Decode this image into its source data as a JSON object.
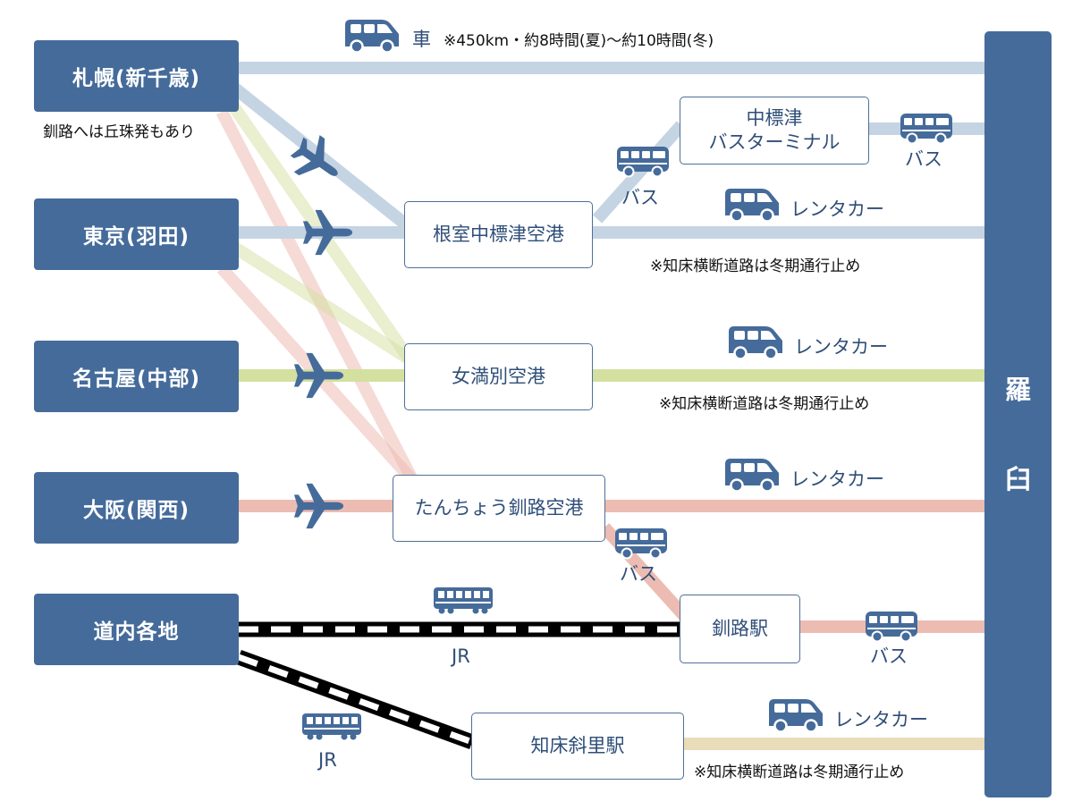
{
  "origins": {
    "sapporo": "札幌(新千歳)",
    "tokyo": "東京(羽田)",
    "nagoya": "名古屋(中部)",
    "osaka": "大阪(関西)",
    "hokkaido": "道内各地"
  },
  "sapporo_note": "釧路へは丘珠発もあり",
  "hubs": {
    "nemuro_airport": "根室中標津空港",
    "nakashibetsu_bus_1": "中標津",
    "nakashibetsu_bus_2": "バスターミナル",
    "memanbetsu_airport": "女満別空港",
    "kushiro_airport": "たんちょう釧路空港",
    "kushiro_station": "釧路駅",
    "shiretoko_shari_station": "知床斜里駅"
  },
  "destination": {
    "char1": "羅",
    "char2": "臼"
  },
  "car": {
    "label": "車",
    "note": "※450km・約8時間(夏)〜約10時間(冬)"
  },
  "labels": {
    "bus": "バス",
    "rental": "レンタカー",
    "jr": "JR",
    "winter_closure": "※知床横断道路は冬期通行止め"
  },
  "colors": {
    "sapporo_route": "#c5d4e3",
    "nagoya_route": "#d3e0a0",
    "osaka_route": "#ecbcb3",
    "shari_route": "#e9dcb8",
    "box": "#456b9a",
    "icon": "#456b9a"
  },
  "icons": [
    "car-icon",
    "airplane-icon",
    "bus-icon",
    "train-icon"
  ]
}
